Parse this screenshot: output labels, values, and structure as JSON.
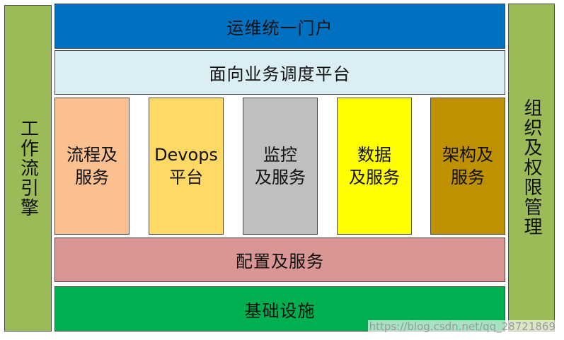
{
  "left_panel": {
    "label": "工作流引擎",
    "color": "#9BBB59"
  },
  "right_panel": {
    "label": "组织及权限管理",
    "color": "#9BBB59"
  },
  "portal": {
    "label": "运维统一门户",
    "color": "#0070C0"
  },
  "scheduling": {
    "label": "面向业务调度平台",
    "color": "#DAEEF3"
  },
  "pillars": [
    {
      "label": "流程及\n服务",
      "color": "#FAC090"
    },
    {
      "label": "Devops\n平台",
      "color": "#FFD966"
    },
    {
      "label": "监控\n及服务",
      "color": "#BFBFBF"
    },
    {
      "label": "数据\n及服务",
      "color": "#FFFF00"
    },
    {
      "label": "架构及\n服务",
      "color": "#BF9000"
    }
  ],
  "config": {
    "label": "配置及服务",
    "color": "#D99694"
  },
  "infra": {
    "label": "基础设施",
    "color": "#00B050"
  },
  "watermark": {
    "text": "https://blog.csdn.net/qq_28721869"
  }
}
